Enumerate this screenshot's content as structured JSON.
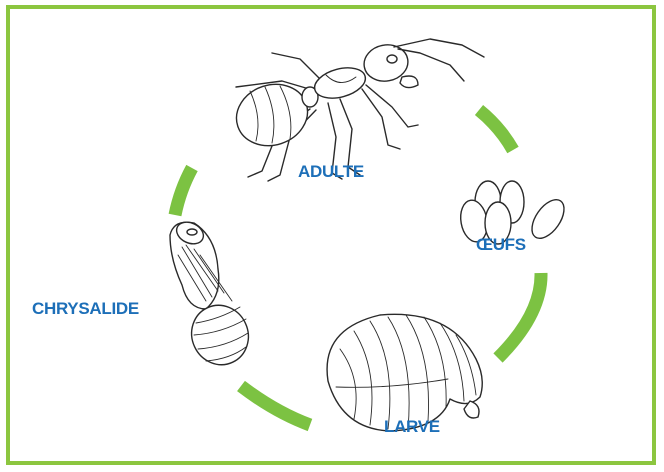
{
  "colors": {
    "frame": "#8cc63f",
    "arrow": "#7cc242",
    "label": "#1d6fb8"
  },
  "labels": {
    "adult": "ADULTE",
    "eggs": "ŒUFS",
    "larva": "LARVE",
    "pupa": "CHRYSALIDE"
  }
}
